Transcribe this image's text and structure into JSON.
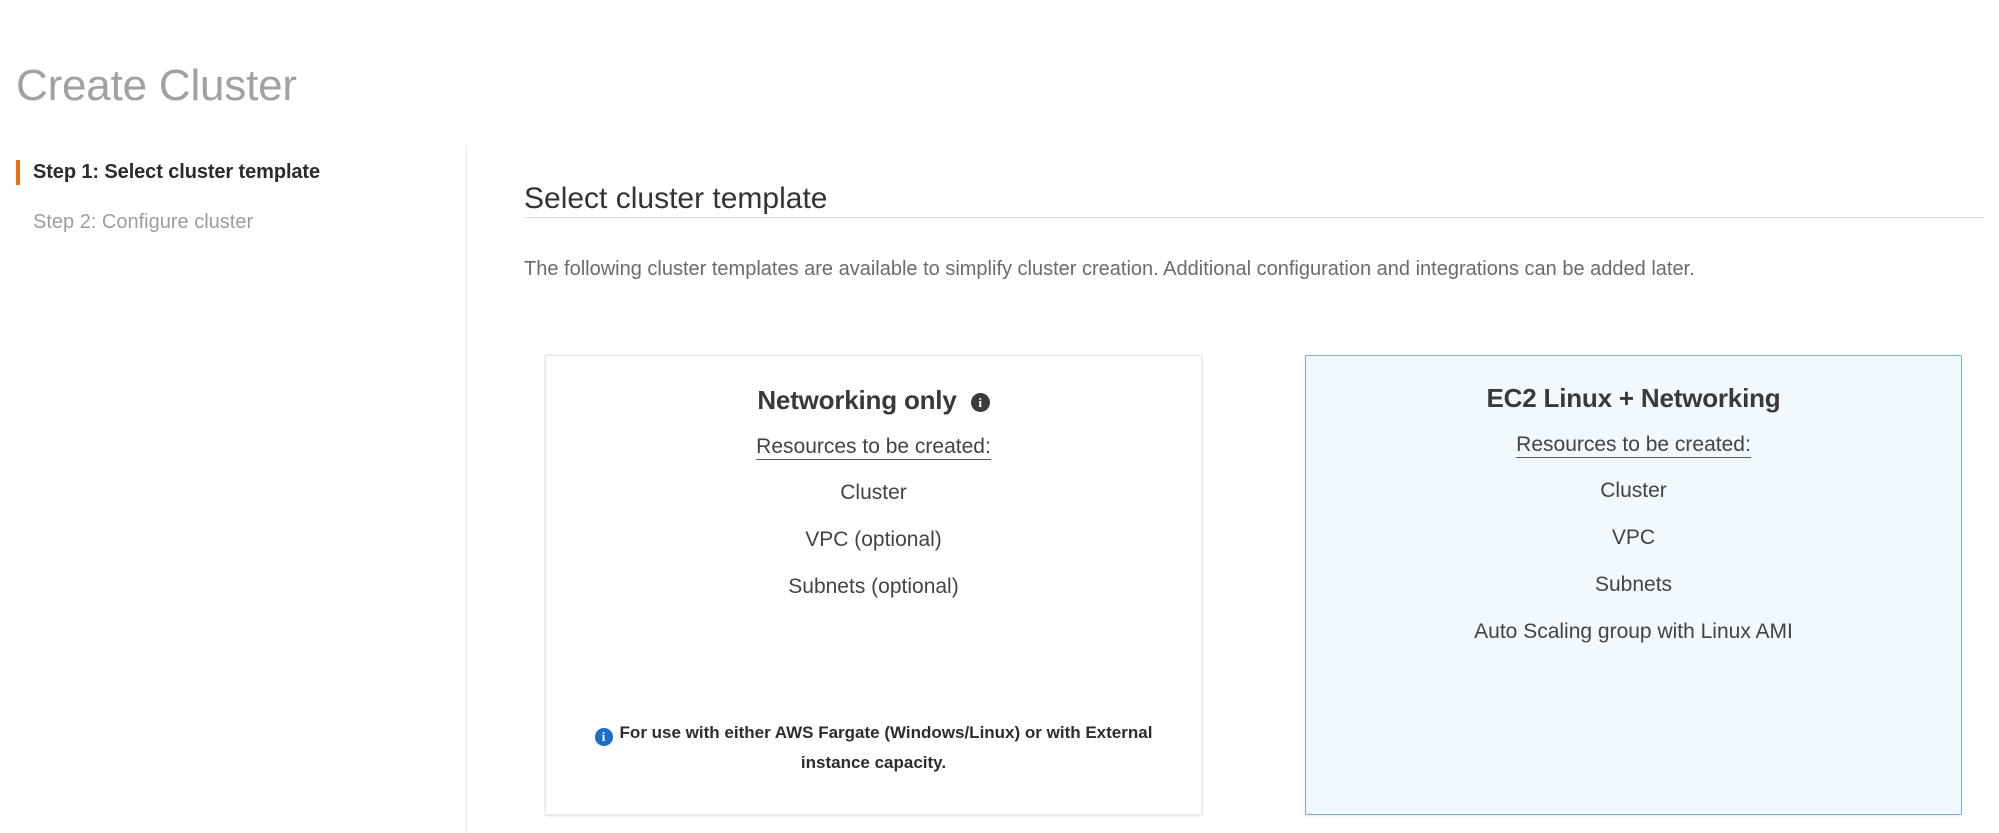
{
  "page": {
    "title": "Create Cluster"
  },
  "sidebar": {
    "steps": [
      {
        "label": "Step 1: Select cluster template",
        "active": true
      },
      {
        "label": "Step 2: Configure cluster",
        "active": false
      }
    ],
    "active_marker_color": "#ec7211"
  },
  "main": {
    "section_title": "Select cluster template",
    "description": "The following cluster templates are available to simplify cluster creation. Additional configuration and integrations can be added later.",
    "cards": [
      {
        "id": "networking-only",
        "title": "Networking only",
        "has_info_icon": true,
        "info_icon_name": "info-icon",
        "info_icon_color": "#3b3b3b",
        "subtitle": "Resources to be created:",
        "resources": [
          "Cluster",
          "VPC (optional)",
          "Subnets (optional)"
        ],
        "note": "For use with either AWS Fargate (Windows/Linux) or with External instance capacity.",
        "note_icon_name": "info-icon-blue",
        "note_icon_color": "#1a6fc4",
        "selected": false,
        "background": "#ffffff",
        "border_color": "#e9e9e9"
      },
      {
        "id": "ec2-linux-networking",
        "title": "EC2 Linux + Networking",
        "has_info_icon": false,
        "subtitle": "Resources to be created:",
        "resources": [
          "Cluster",
          "VPC",
          "Subnets",
          "Auto Scaling group with Linux AMI"
        ],
        "note": "",
        "selected": true,
        "background": "#f1f8fe",
        "border_color": "#7eaedd"
      }
    ]
  },
  "icon_glyphs": {
    "info": "i"
  }
}
